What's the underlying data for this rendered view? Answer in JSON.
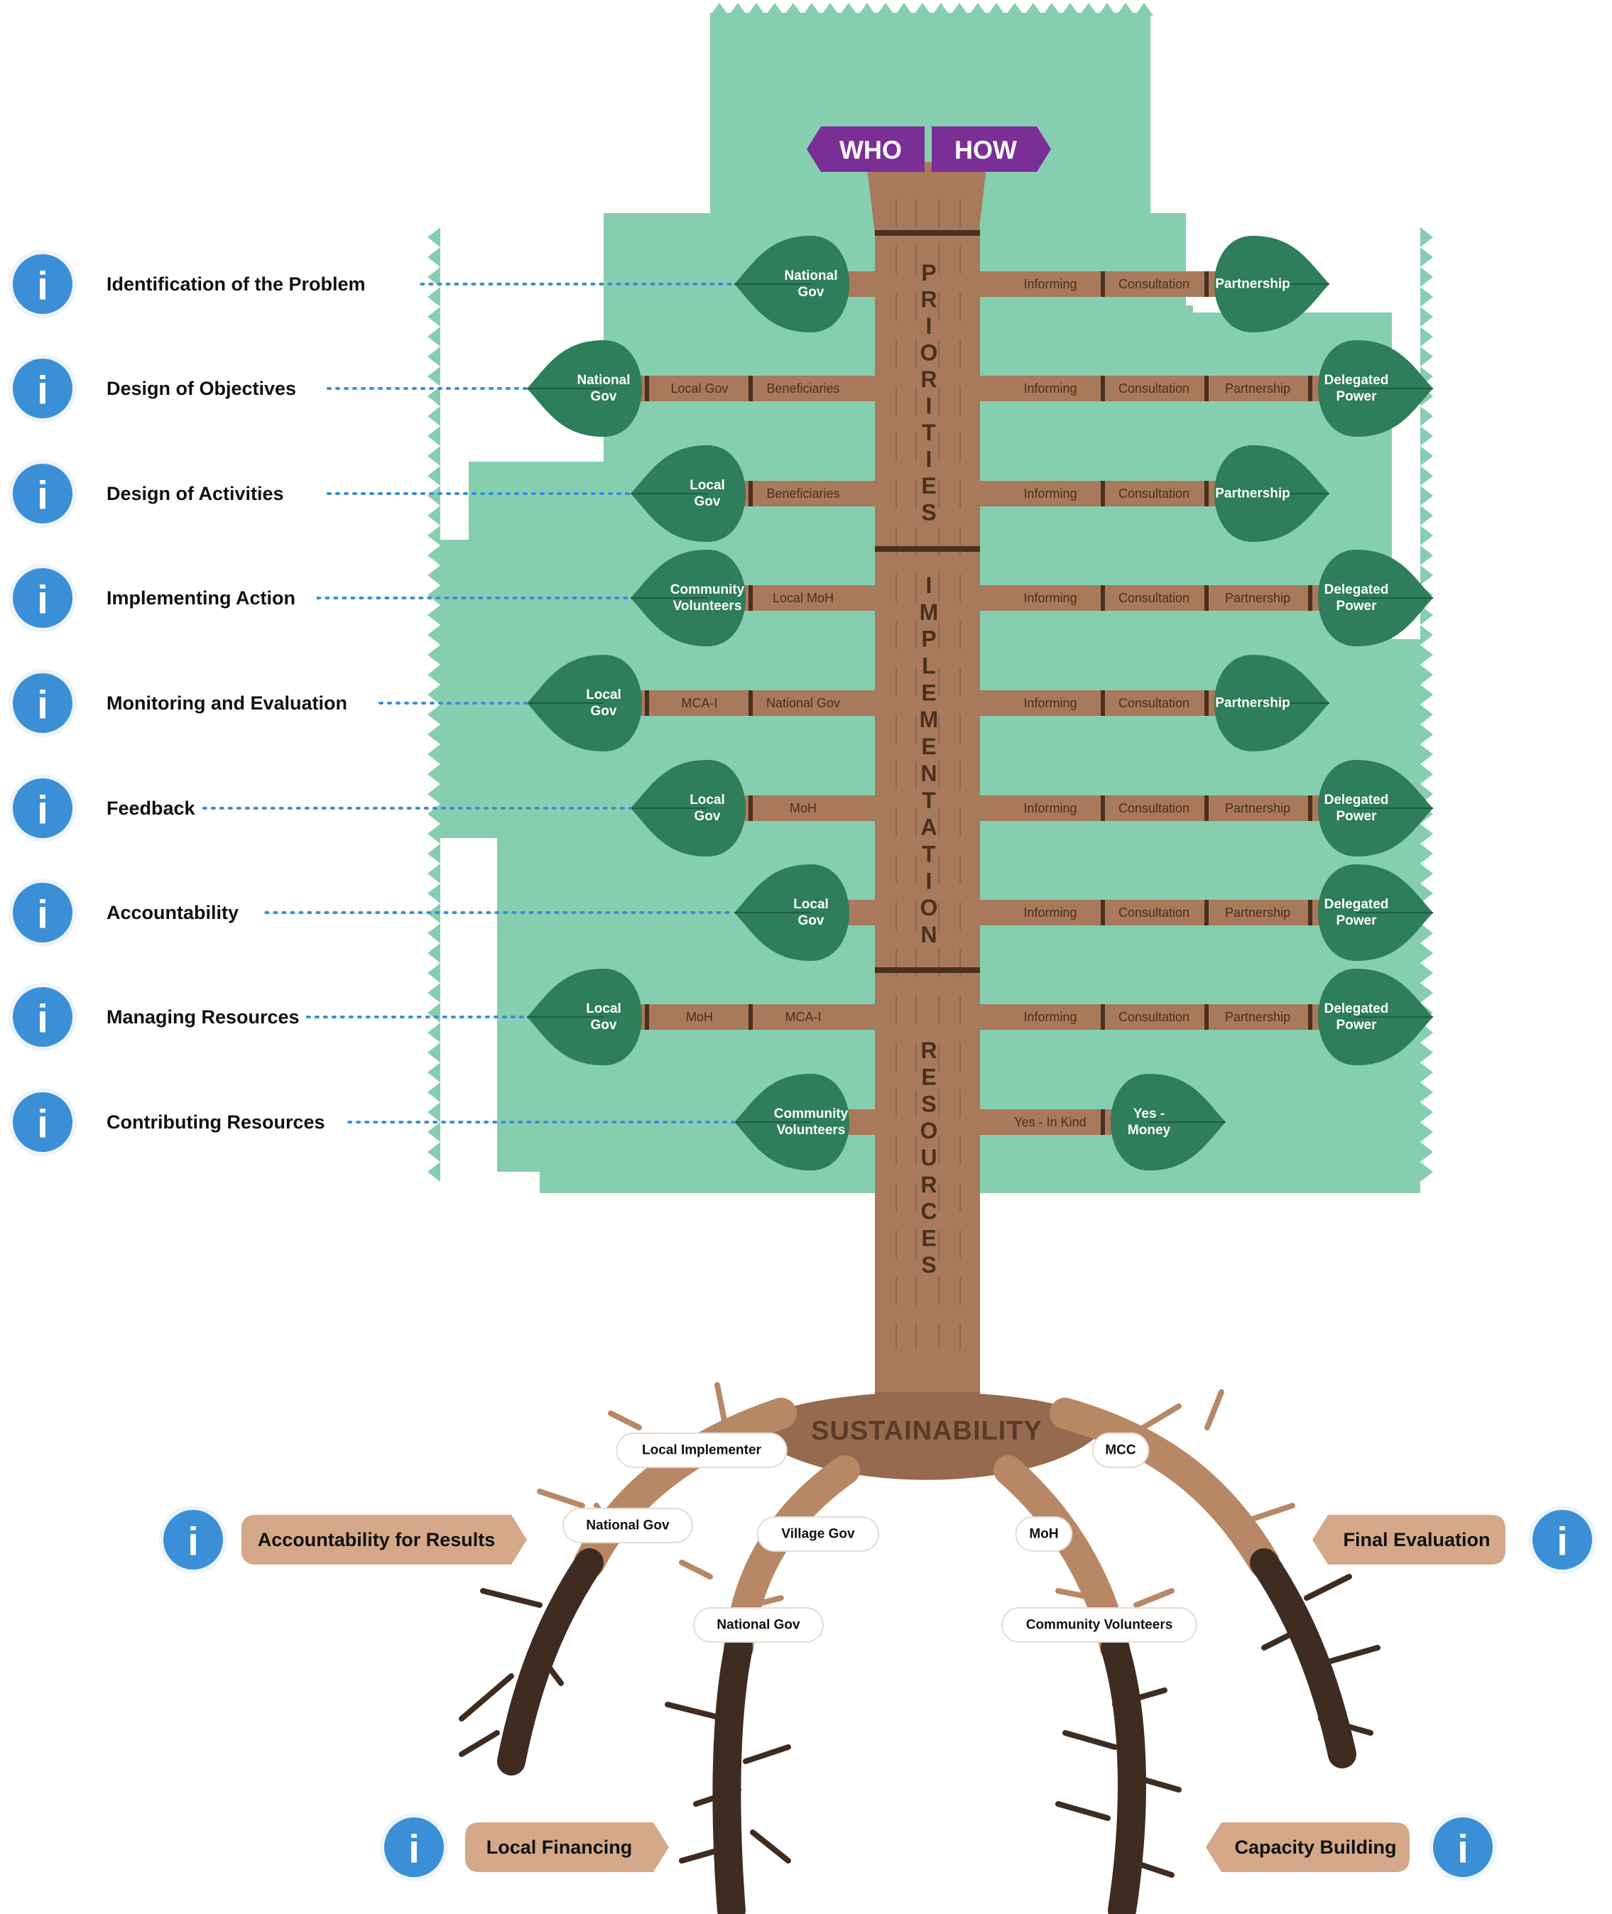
{
  "colors": {
    "foliage": "#86ceb0",
    "leaf": "#2e7d5b",
    "trunk": "#a8795a",
    "trunk_dark": "#7a5540",
    "root_light": "#b88866",
    "root_dark": "#3f2c20",
    "purple": "#7b2e96",
    "info_blue": "#3b8fd6",
    "dotted": "#3b8fd6",
    "callout": "#d4a888",
    "text_dark": "#111111",
    "branch_text": "#4a3020"
  },
  "header": {
    "who": "WHO",
    "how": "HOW"
  },
  "trunk_labels": {
    "priorities": "PRIORITIES",
    "implementation": "IMPLEMENTATION",
    "resources": "RESOURCES",
    "sustainability": "SUSTAINABILITY"
  },
  "stages": [
    {
      "label": "Identification of the Problem",
      "who_leaf": "National\nGov",
      "who_segments": [],
      "how_segments": [
        "Informing",
        "Consultation"
      ],
      "how_leaf": "Partnership"
    },
    {
      "label": "Design of Objectives",
      "who_leaf": "National\nGov",
      "who_segments": [
        "Local Gov",
        "Beneficiaries"
      ],
      "how_segments": [
        "Informing",
        "Consultation",
        "Partnership"
      ],
      "how_leaf": "Delegated\nPower"
    },
    {
      "label": "Design of Activities",
      "who_leaf": "Local\nGov",
      "who_segments": [
        "Beneficiaries"
      ],
      "how_segments": [
        "Informing",
        "Consultation"
      ],
      "how_leaf": "Partnership"
    },
    {
      "label": "Implementing Action",
      "who_leaf": "Community\nVolunteers",
      "who_segments": [
        "Local MoH"
      ],
      "how_segments": [
        "Informing",
        "Consultation",
        "Partnership"
      ],
      "how_leaf": "Delegated\nPower"
    },
    {
      "label": "Monitoring and Evaluation",
      "who_leaf": "Local\nGov",
      "who_segments": [
        "MCA-I",
        "National Gov"
      ],
      "how_segments": [
        "Informing",
        "Consultation"
      ],
      "how_leaf": "Partnership"
    },
    {
      "label": "Feedback",
      "who_leaf": "Local\nGov",
      "who_segments": [
        "MoH"
      ],
      "how_segments": [
        "Informing",
        "Consultation",
        "Partnership"
      ],
      "how_leaf": "Delegated\nPower"
    },
    {
      "label": "Accountability",
      "who_leaf": "Local\nGov",
      "who_segments": [],
      "how_segments": [
        "Informing",
        "Consultation",
        "Partnership"
      ],
      "how_leaf": "Delegated\nPower"
    },
    {
      "label": "Managing Resources",
      "who_leaf": "Local\nGov",
      "who_segments": [
        "MoH",
        "MCA-I"
      ],
      "how_segments": [
        "Informing",
        "Consultation",
        "Partnership"
      ],
      "how_leaf": "Delegated\nPower"
    },
    {
      "label": "Contributing Resources",
      "who_leaf": "Community\nVolunteers",
      "who_segments": [],
      "how_segments": [
        "Yes - In Kind"
      ],
      "how_leaf": "Yes -\nMoney"
    }
  ],
  "roots": {
    "pills": [
      "Local Implementer",
      "MCC",
      "National Gov",
      "Village Gov",
      "MoH",
      "National Gov",
      "Community Volunteers"
    ],
    "callouts": [
      "Accountability for Results",
      "Final Evaluation",
      "Local Financing",
      "Capacity Building"
    ]
  },
  "info_glyph": "i"
}
